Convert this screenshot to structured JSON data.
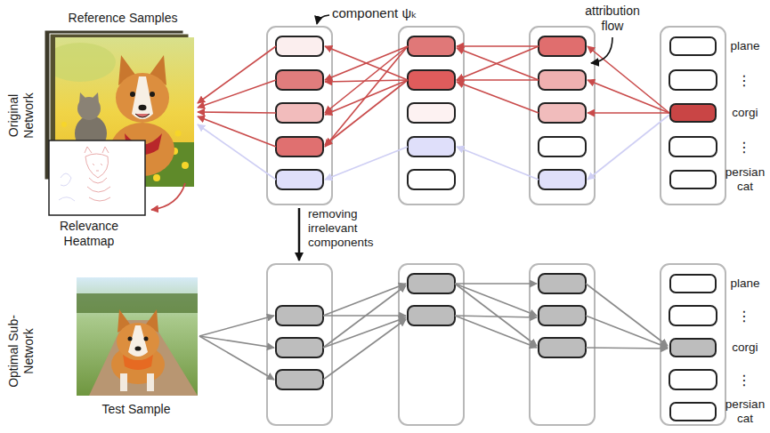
{
  "diagram": {
    "nodes": [
      {
        "text": [
          "plane"
        ]
      },
      {
        "text": [
          "corgi"
        ]
      },
      {
        "text": [
          "persian cat"
        ]
      },
      {
        "text": [
          "plane"
        ]
      },
      {
        "text": [
          "corgi"
        ]
      },
      {
        "text": [
          "persian cat"
        ]
      }
    ],
    "labels": [
      "Original Network",
      "Reference Samples",
      "component ψₖ",
      "attribution flow",
      "⋮",
      "⋮",
      "Relevance Heatmap",
      "removing irrelevant components",
      "Optimal Sub-Network",
      "⋮",
      "⋮",
      "Test Sample"
    ]
  }
}
